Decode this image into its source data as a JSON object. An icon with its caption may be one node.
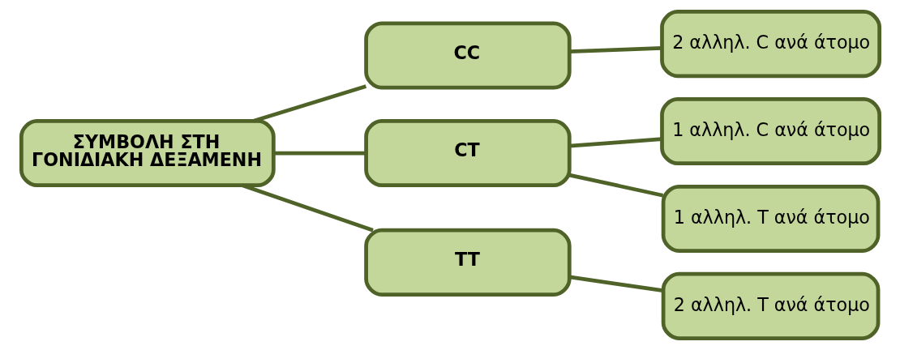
{
  "diagram": {
    "nodes": [
      {
        "text": [
          "ΣΥΜΒΟΛΗ ΣΤΗ ΓΟΝΙΔΙΑΚΗ ΔΕΞΑΜΕΝΗ"
        ]
      },
      {
        "text": [
          "CC"
        ]
      },
      {
        "text": [
          "CT"
        ]
      },
      {
        "text": [
          "TT"
        ]
      },
      {
        "text": [
          "2 αλληλ. C ανά άτομο"
        ]
      },
      {
        "text": [
          "1 αλληλ. C ανά άτομο"
        ]
      },
      {
        "text": [
          "1 αλληλ. T ανά άτομο"
        ]
      },
      {
        "text": [
          "2 αλληλ. T ανά άτομο"
        ]
      }
    ],
    "edges": [
      {
        "from": 0,
        "to": 1,
        "arrow": "none"
      },
      {
        "from": 0,
        "to": 2,
        "arrow": "none"
      },
      {
        "from": 0,
        "to": 3,
        "arrow": "none"
      },
      {
        "from": 1,
        "to": 4,
        "arrow": "none"
      },
      {
        "from": 2,
        "to": 5,
        "arrow": "none"
      },
      {
        "from": 2,
        "to": 6,
        "arrow": "none"
      },
      {
        "from": 3,
        "to": 7,
        "arrow": "none"
      }
    ]
  }
}
